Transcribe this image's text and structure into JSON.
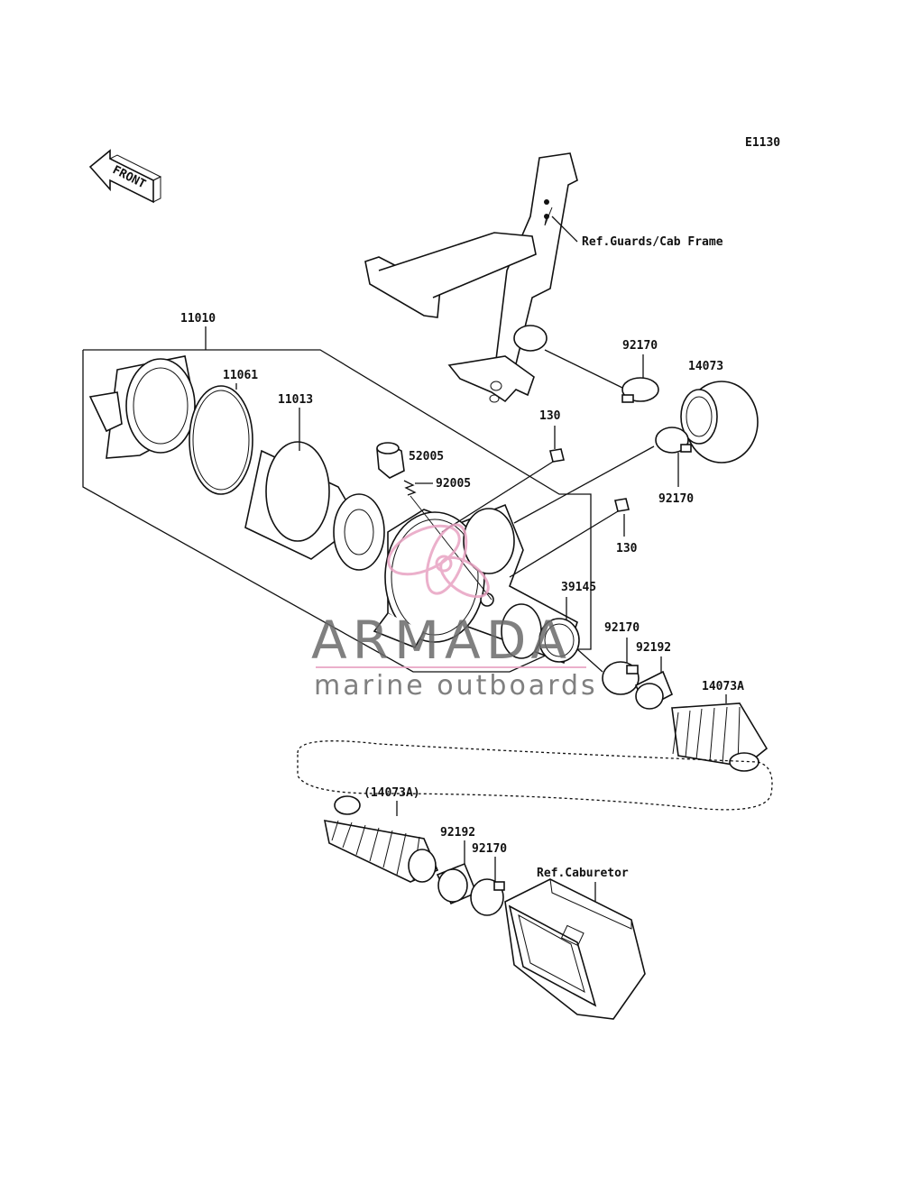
{
  "diagram": {
    "code": "E1130",
    "front_label": "FRONT",
    "refs": {
      "guards": "Ref.Guards/Cab Frame",
      "carburetor": "Ref.Caburetor"
    },
    "labels": {
      "p11010": "11010",
      "p11061": "11061",
      "p11013": "11013",
      "p52005": "52005",
      "p92005": "92005",
      "p130a": "130",
      "p130b": "130",
      "p92170a": "92170",
      "p92170b": "92170",
      "p92170c": "92170",
      "p92170d": "92170",
      "p14073": "14073",
      "p39145": "39145",
      "p92192a": "92192",
      "p92192b": "92192",
      "p14073A": "14073A",
      "p14073A_ref": "(14073A)"
    }
  },
  "watermark": {
    "brand": "ARMADA",
    "tagline": "marine outboards",
    "accent_color": "#e8a3c2"
  }
}
